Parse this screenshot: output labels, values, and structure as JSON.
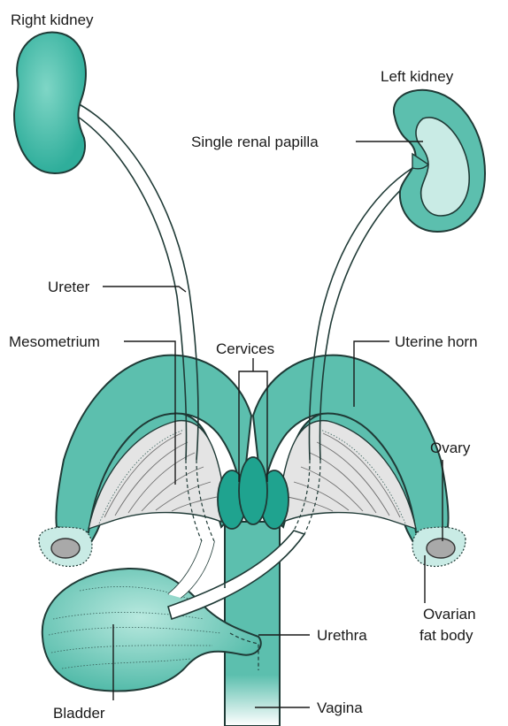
{
  "labels": {
    "right_kidney": "Right kidney",
    "left_kidney": "Left kidney",
    "renal_papilla": "Single renal papilla",
    "ureter": "Ureter",
    "mesometrium": "Mesometrium",
    "cervices": "Cervices",
    "uterine_horn": "Uterine horn",
    "ovary": "Ovary",
    "ovarian_fat_body_1": "Ovarian",
    "ovarian_fat_body_2": "fat body",
    "urethra": "Urethra",
    "bladder": "Bladder",
    "vagina": "Vagina"
  },
  "colors": {
    "tissue": "#5cbfae",
    "tissue_dark": "#1fa38f",
    "tissue_light": "#c9ebe5",
    "ligament": "#e4e4e4",
    "ovary": "#a9a9a9",
    "outline": "#1f3a36"
  }
}
